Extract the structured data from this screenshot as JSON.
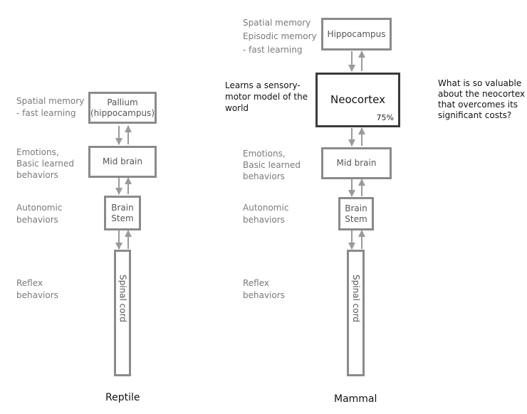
{
  "reptile": {
    "caption": "Reptile",
    "pallium": "Pallium\n(hippocampus)",
    "midbrain": "Mid brain",
    "brainstem": "Brain\nStem",
    "spinal": "Spinal cord",
    "label_pallium": "Spatial memory\n- fast learning",
    "label_midbrain": "Emotions,\nBasic learned\nbehaviors",
    "label_brainstem": "Autonomic\nbehaviors",
    "label_spinal": "Reflex\nbehaviors"
  },
  "mammal": {
    "caption": "Mammal",
    "hippocampus": "Hippocampus",
    "neocortex": "Neocortex",
    "neocortex_pct": "75%",
    "midbrain": "Mid brain",
    "brainstem": "Brain\nStem",
    "spinal": "Spinal cord",
    "label_hippocampus": "Spatial memory\nEpisodic memory\n- fast learning",
    "label_neocortex": "Learns a sensory-\nmotor model of the\nworld",
    "label_midbrain": "Emotions,\nBasic learned\nbehaviors",
    "label_brainstem": "Autonomic\nbehaviors",
    "label_spinal": "Reflex\nbehaviors"
  },
  "question": "What is so valuable\nabout the neocortex\nthat overcomes its\nsignificant costs?",
  "colors": {
    "box_border": "#8a8a8a",
    "neocortex_border": "#3a3a3a",
    "arrow": "#9a9a9a",
    "label": "#7a7a7a"
  }
}
